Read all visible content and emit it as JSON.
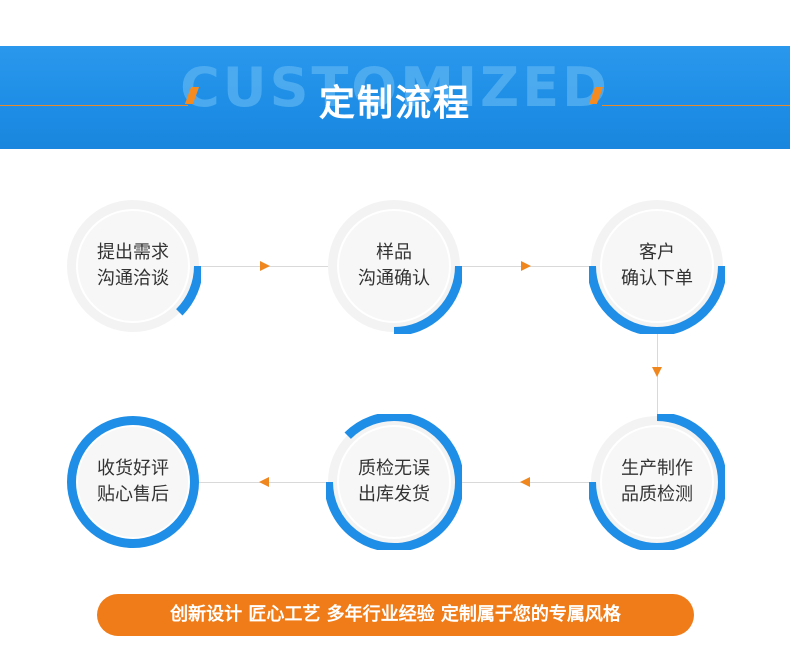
{
  "header": {
    "watermark": "CUSTOMIZED",
    "title": "定制流程"
  },
  "steps": [
    {
      "line1": "提出需求",
      "line2": "沟通洽谈"
    },
    {
      "line1": "样品",
      "line2": "沟通确认"
    },
    {
      "line1": "客户",
      "line2": "确认下单"
    },
    {
      "line1": "生产制作",
      "line2": "品质检测"
    },
    {
      "line1": "质检无误",
      "line2": "出库发货"
    },
    {
      "line1": "收货好评",
      "line2": "贴心售后"
    }
  ],
  "footer": {
    "slogan": "创新设计 匠心工艺 多年行业经验 定制属于您的专属风格"
  },
  "colors": {
    "blue": "#1e8ee6",
    "orange": "#f0861e",
    "ring_bg": "#f2f2f2"
  }
}
